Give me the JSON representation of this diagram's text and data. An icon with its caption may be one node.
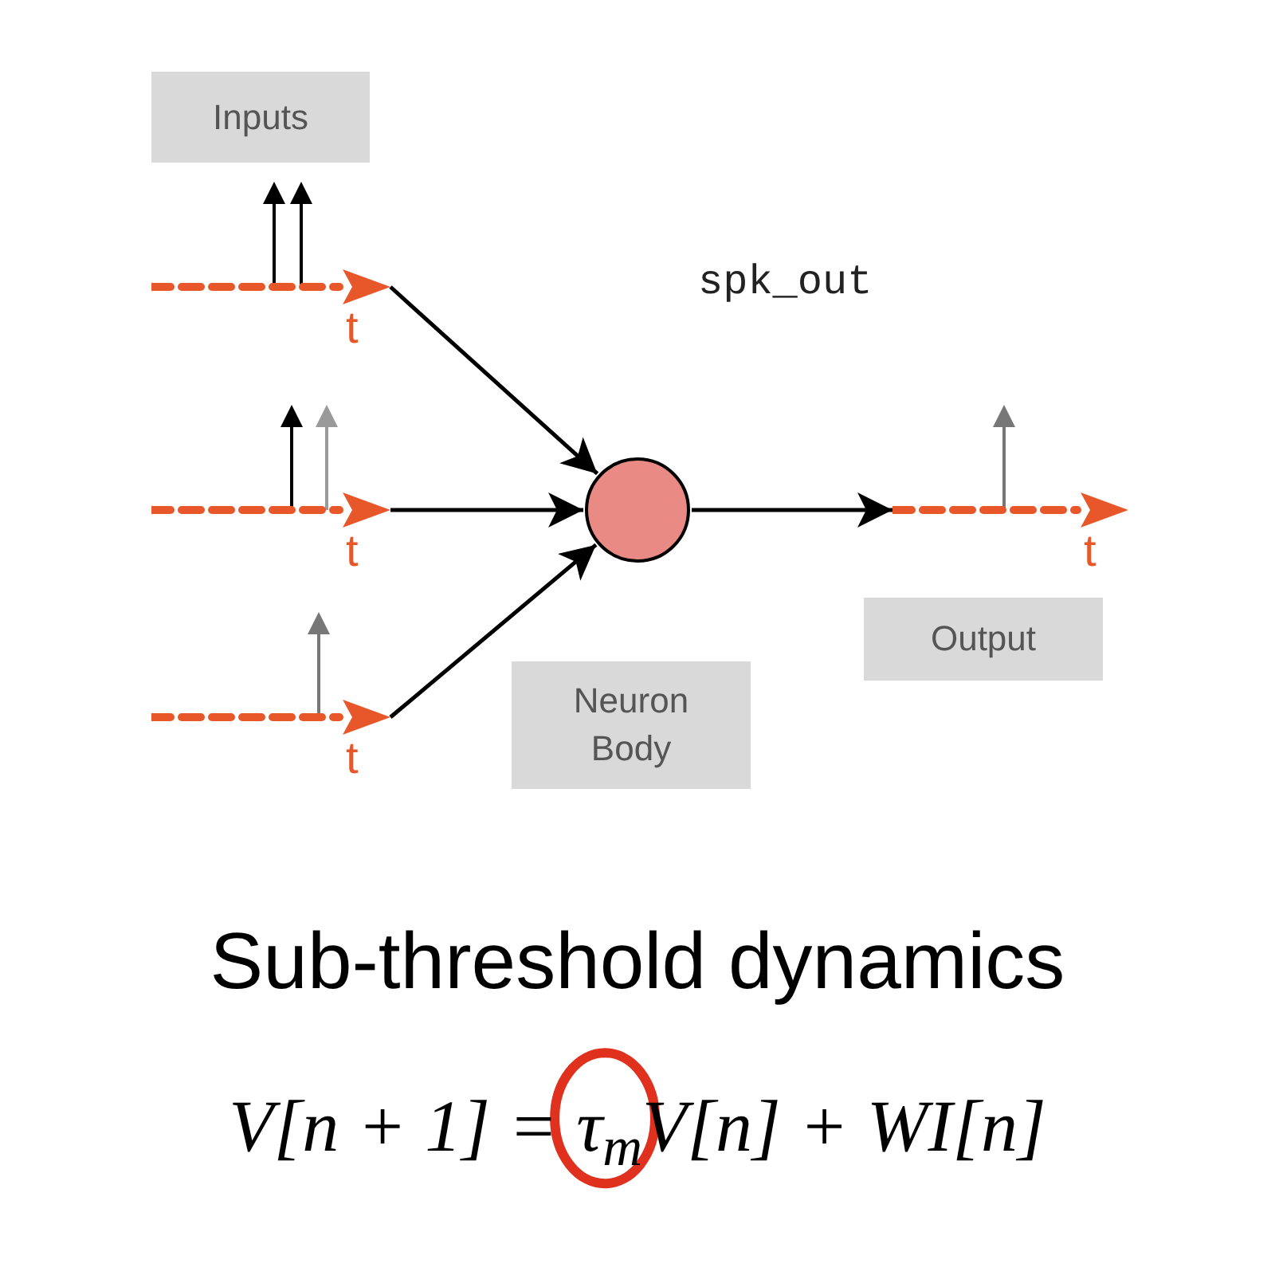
{
  "diagram": {
    "nodes": [
      {
        "text": [
          "Inputs"
        ]
      },
      {
        "text": [],
        "shape": "bar",
        "beside": [
          "t"
        ]
      },
      {
        "text": [],
        "shape": "bar",
        "beside": [
          "t"
        ]
      },
      {
        "text": [],
        "shape": "bar",
        "beside": [
          "t"
        ]
      },
      {
        "text": [],
        "shape": "circle"
      },
      {
        "text": [],
        "shape": "bar",
        "beside": [
          "t"
        ]
      },
      {
        "text": [
          "Neuron Body"
        ]
      },
      {
        "text": [
          "Output"
        ]
      }
    ],
    "edges": [
      {
        "from": 1,
        "to": 4,
        "arrow": "to"
      },
      {
        "from": 2,
        "to": 4,
        "arrow": "to"
      },
      {
        "from": 3,
        "to": 4,
        "arrow": "to"
      },
      {
        "from": 4,
        "to": 5,
        "arrow": "to"
      }
    ],
    "labels": [
      "spk_out",
      "Sub-threshold dynamics",
      "V[n + 1] = τ$_{m}$V[n] + WI[n]"
    ]
  }
}
